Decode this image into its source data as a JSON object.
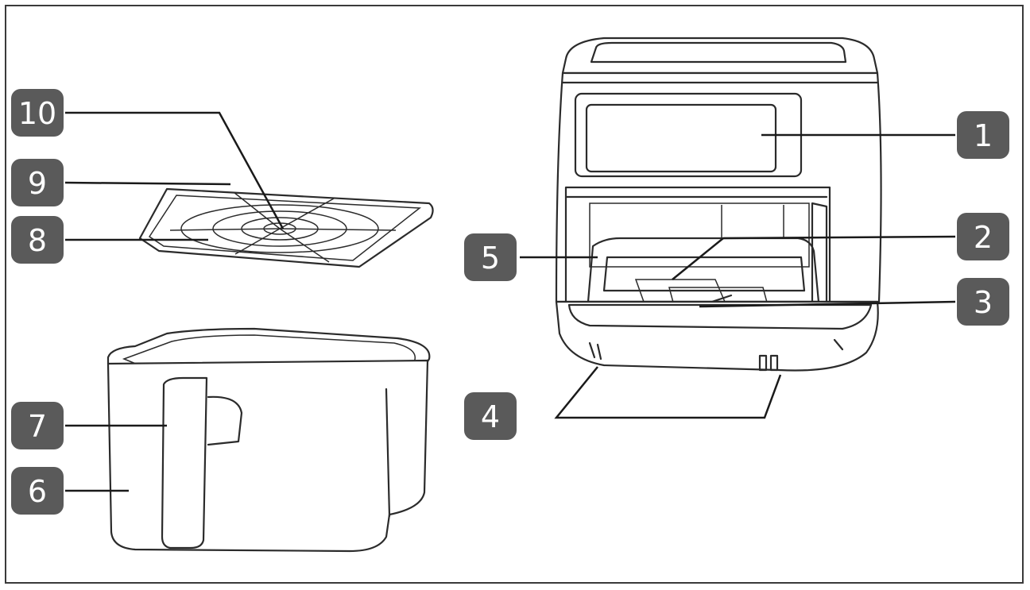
{
  "callouts": [
    {
      "id": "1",
      "label": "1"
    },
    {
      "id": "2",
      "label": "2"
    },
    {
      "id": "3",
      "label": "3"
    },
    {
      "id": "4",
      "label": "4"
    },
    {
      "id": "5",
      "label": "5"
    },
    {
      "id": "6",
      "label": "6"
    },
    {
      "id": "7",
      "label": "7"
    },
    {
      "id": "8",
      "label": "8"
    },
    {
      "id": "9",
      "label": "9"
    },
    {
      "id": "10",
      "label": "10"
    }
  ],
  "colors": {
    "badge": "#5a5a5a",
    "badge_text": "#ffffff",
    "line": "#2b2b2b"
  }
}
